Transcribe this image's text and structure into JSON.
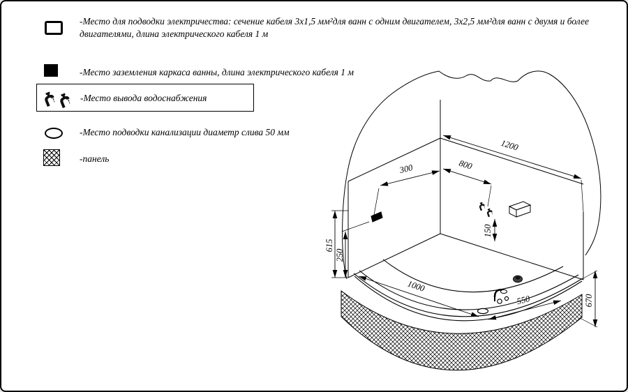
{
  "page": {
    "background": "#ffffff",
    "line_color": "#000000"
  },
  "legend": {
    "icons": {
      "electric": "outlined-square",
      "grounding": "filled-black-square",
      "water": "double-faucet-in-box",
      "sewer": "ellipse-outline",
      "panel": "crosshatched-square"
    },
    "items": [
      {
        "id": "electric",
        "label": "-Место для подводки электричества: сечение кабеля 3х1,5 мм²для ванн с одним двигателем, 3х2,5 мм²для ванн с двумя и более двигателями, длина электрического кабеля 1 м"
      },
      {
        "id": "grounding",
        "label": "-Место заземления каркаса ванны, длина электрического кабеля 1 м"
      },
      {
        "id": "water",
        "label": "-Место вывода водоснабжения"
      },
      {
        "id": "sewer",
        "label": "-Место подводки канализации диаметр слива 50 мм"
      },
      {
        "id": "panel",
        "label": "-панель"
      }
    ]
  },
  "drawing": {
    "description": "isometric-installation-scheme-corner-bath",
    "dimensions": {
      "left_wall_height": "615",
      "electric_height": "250",
      "left_wall_width": "300",
      "right_wall_width": "1200",
      "water_offset": "800",
      "water_height": "150",
      "front_edge_length": "1000",
      "drain_offset": "550",
      "bath_height": "670"
    }
  }
}
